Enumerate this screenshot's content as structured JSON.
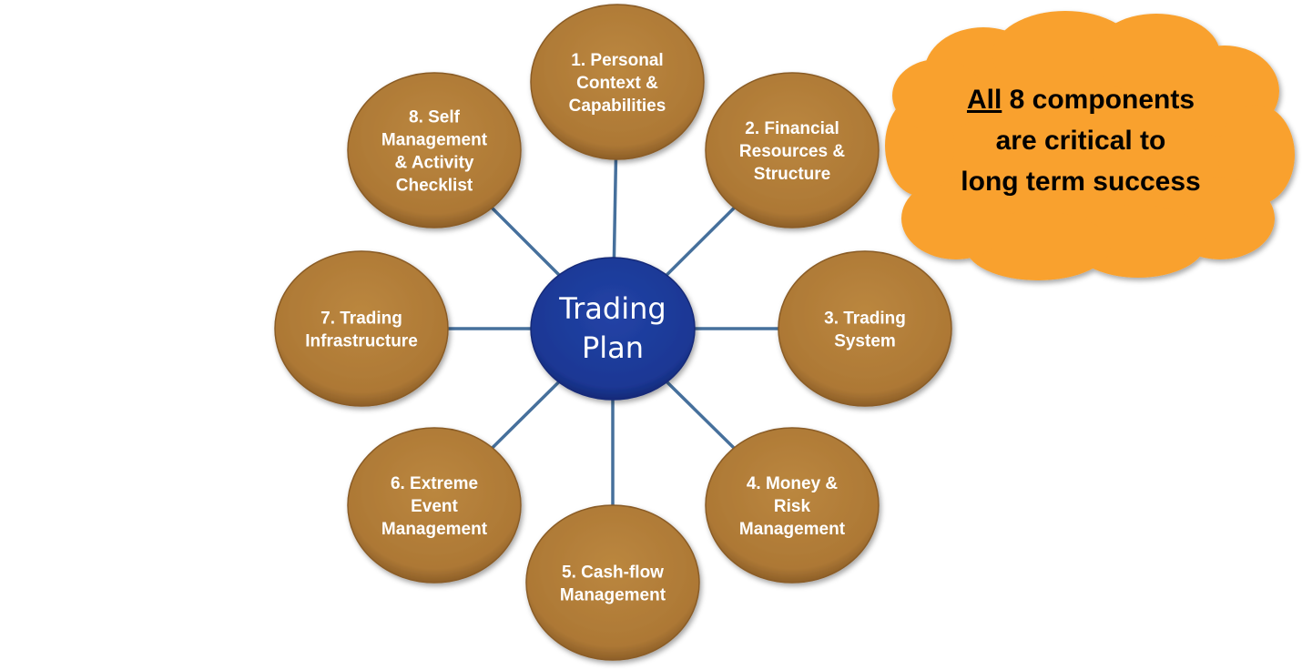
{
  "colors": {
    "hub": "#1e3a9a",
    "node": "#b07b3a",
    "connector": "#46709c",
    "cloud": "#f9a12e"
  },
  "hub": {
    "lines": [
      "Trading",
      "Plan"
    ]
  },
  "nodes": [
    {
      "id": "personal-context",
      "lines": [
        "1. Personal",
        "Context &",
        "Capabilities"
      ]
    },
    {
      "id": "financial-resources",
      "lines": [
        "2. Financial",
        "Resources &",
        "Structure"
      ]
    },
    {
      "id": "trading-system",
      "lines": [
        "3. Trading",
        "System"
      ]
    },
    {
      "id": "money-risk",
      "lines": [
        "4. Money &",
        "Risk",
        "Management"
      ]
    },
    {
      "id": "cash-flow",
      "lines": [
        "5. Cash-flow",
        "Management"
      ]
    },
    {
      "id": "extreme-event",
      "lines": [
        "6. Extreme",
        "Event",
        "Management"
      ]
    },
    {
      "id": "trading-infrastructure",
      "lines": [
        "7. Trading",
        "Infrastructure"
      ]
    },
    {
      "id": "self-management",
      "lines": [
        "8. Self",
        "Management",
        "& Activity",
        "Checklist"
      ]
    }
  ],
  "callout": {
    "emphasis": "All",
    "line1_rest": " 8 components",
    "line2": "are critical to",
    "line3": "long term success"
  }
}
